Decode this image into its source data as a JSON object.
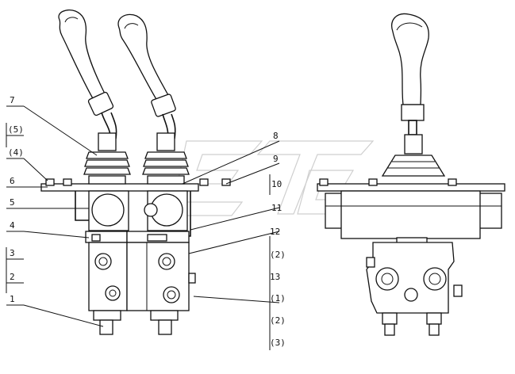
{
  "callouts_left": [
    "7",
    "(5)",
    "(4)",
    "6",
    "5",
    "4",
    "3",
    "2",
    "1"
  ],
  "callouts_right": [
    "8",
    "9",
    "10",
    "11",
    "12",
    "(2)",
    "13",
    "(1)",
    "(2)",
    "(3)"
  ]
}
